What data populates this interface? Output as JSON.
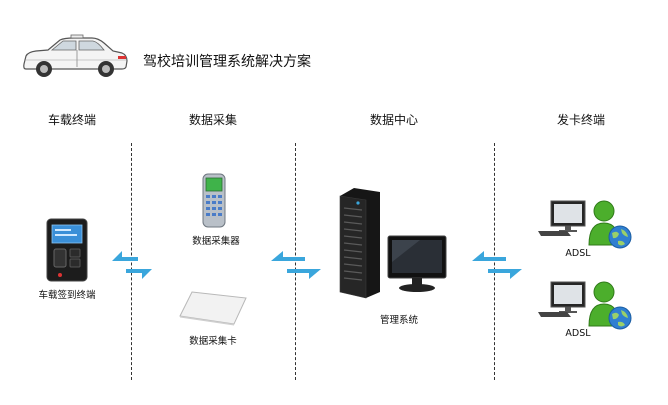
{
  "title": "驾校培训管理系统解决方案",
  "columns": {
    "vehicle": "车载终端",
    "collection": "数据采集",
    "center": "数据中心",
    "card": "发卡终端"
  },
  "devices": {
    "checkin_terminal": "车载签到终端",
    "collector": "数据采集器",
    "collector_card": "数据采集卡",
    "management": "管理系统",
    "adsl_1": "ADSL",
    "adsl_2": "ADSL"
  },
  "colors": {
    "arrow": "#3aa6dc",
    "server": "#1e1e1e",
    "user_green": "#4cae2c",
    "globe": "#2f7fd1"
  },
  "icons": [
    "car-icon",
    "card-terminal-icon",
    "handheld-collector-icon",
    "card-icon",
    "server-tower-icon",
    "monitor-icon",
    "computer-icon",
    "user-icon",
    "globe-icon",
    "bidirectional-arrow-icon"
  ]
}
